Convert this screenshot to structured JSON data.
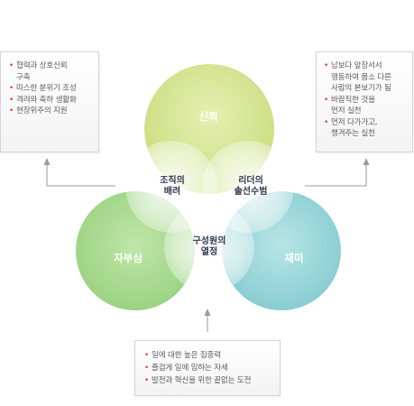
{
  "circles": {
    "trust": "신뢰",
    "self_esteem": "자부심",
    "fun": "재미",
    "care": "조직의\n배려",
    "leader": "리더의\n솔선수범",
    "passion": "구성원의\n열정"
  },
  "boxes": {
    "left": [
      "협력과 상호신뢰\n구축",
      "따스한 분위기 조성",
      "격려와 축하 생활화",
      "현장위주의 지원"
    ],
    "right": [
      "남보다 앞장서서\n행동하여 몸소 다른\n사람의 본보기가 됨",
      "바람직한 것을\n먼저 실천",
      "먼저 다가가고,\n챙겨주는 실천"
    ],
    "bottom": [
      "일에 대한 높은 집중력",
      "즐겁게 일에 임하는 자세",
      "발전과 혁신을 위한 끝없는 도전"
    ]
  },
  "colors": {
    "trust": "#cfe08a",
    "self_esteem": "#9fd587",
    "fun": "#8fd1d4",
    "bullet": "#e0402a"
  }
}
